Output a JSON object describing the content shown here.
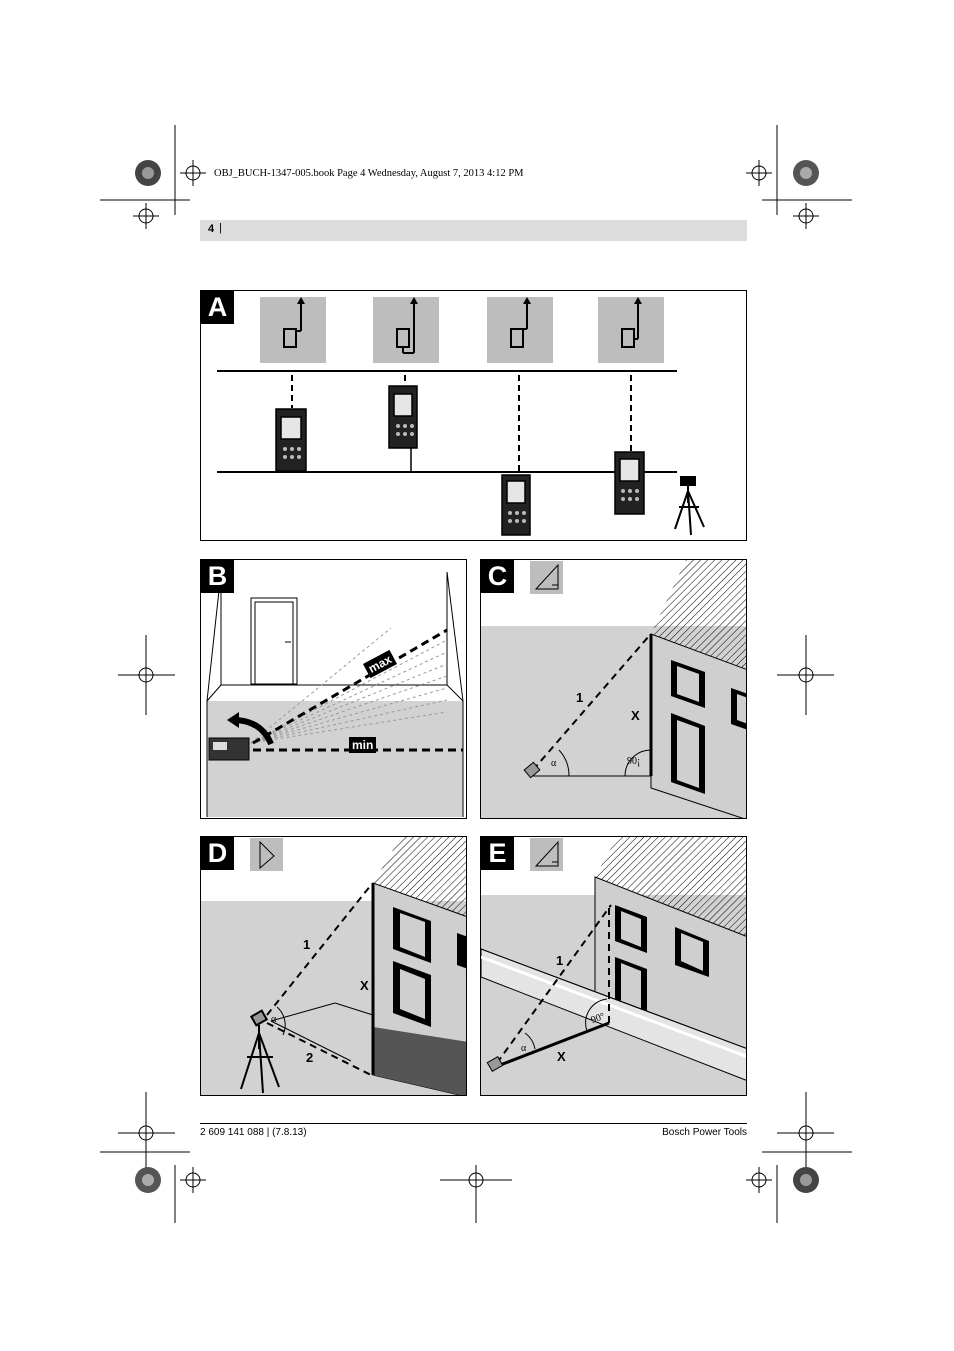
{
  "slug_line": "OBJ_BUCH-1347-005.book  Page 4  Wednesday, August 7, 2013  4:12 PM",
  "header": {
    "page_number": "4",
    "separator": "|"
  },
  "footer": {
    "left": "2 609 141 088 | (7.8.13)",
    "right": "Bosch Power Tools"
  },
  "figures": {
    "A": {
      "label": "A"
    },
    "B": {
      "label": "B",
      "max_label": "max",
      "min_label": "min"
    },
    "C": {
      "label": "C",
      "line_1": "1",
      "x_label": "X",
      "alpha": "α",
      "angle": "90¡"
    },
    "D": {
      "label": "D",
      "line_1": "1",
      "line_2": "2",
      "x_label": "X",
      "alpha": "α"
    },
    "E": {
      "label": "E",
      "line_1": "1",
      "x_label": "X",
      "alpha": "α",
      "angle": "90°"
    }
  },
  "colors": {
    "header_bar": "#dcdcdc",
    "icon_gray": "#bdbdbd",
    "floor_gray": "#d2d2d2",
    "wall_gray": "#cfcfcf"
  }
}
